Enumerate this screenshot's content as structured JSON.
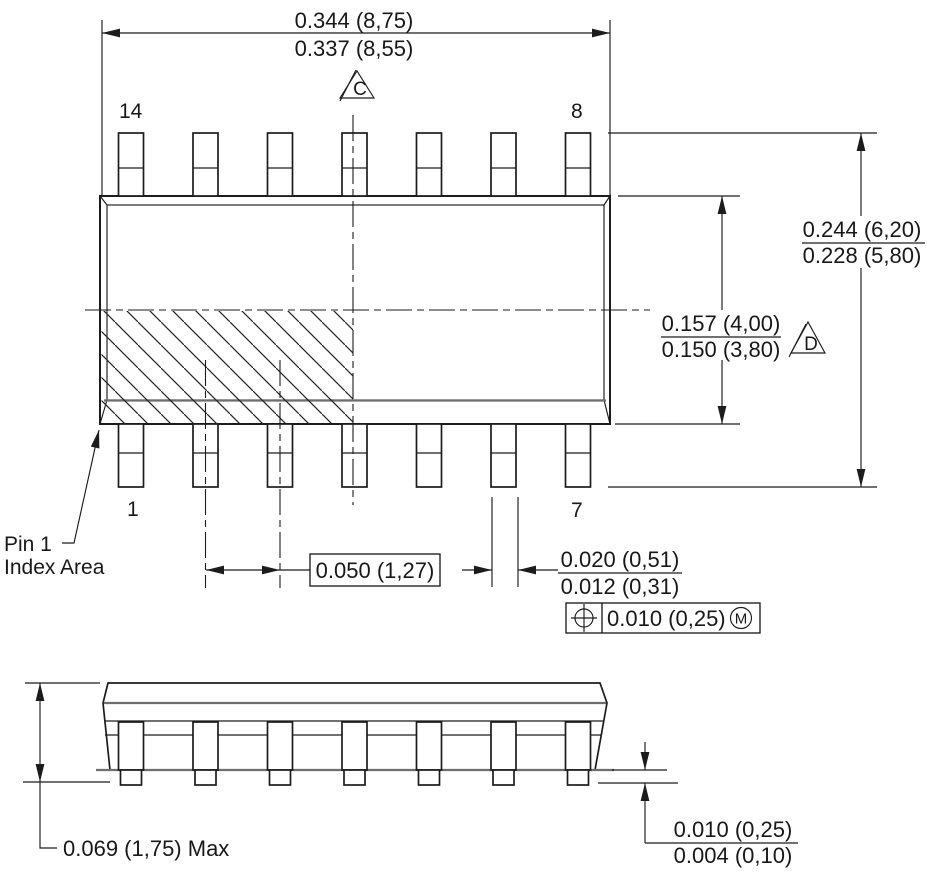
{
  "top_view": {
    "pin_top_left": "14",
    "pin_top_right": "8",
    "pin_bottom_left": "1",
    "pin_bottom_right": "7",
    "dim_overall_width_max": "0.344 (8,75)",
    "dim_overall_width_min": "0.337 (8,55)",
    "datum_c": "C",
    "dim_lead_span_max": "0.244 (6,20)",
    "dim_lead_span_min": "0.228 (5,80)",
    "dim_body_width_max": "0.157 (4,00)",
    "dim_body_width_min": "0.150 (3,80)",
    "datum_d": "D",
    "dim_pitch": "0.050 (1,27)",
    "dim_lead_width_max": "0.020 (0,51)",
    "dim_lead_width_min": "0.012 (0,31)",
    "fcf_tolerance": "0.010 (0,25)",
    "fcf_modifier": "M",
    "pin1_label_line1": "Pin 1",
    "pin1_label_line2": "Index Area"
  },
  "side_view": {
    "dim_height": "0.069 (1,75) Max",
    "dim_standoff_max": "0.010 (0,25)",
    "dim_standoff_min": "0.004 (0,10)"
  },
  "colors": {
    "ink": "#1c1c1c",
    "secondary_line": "#6e6e6e",
    "background": "#ffffff"
  }
}
